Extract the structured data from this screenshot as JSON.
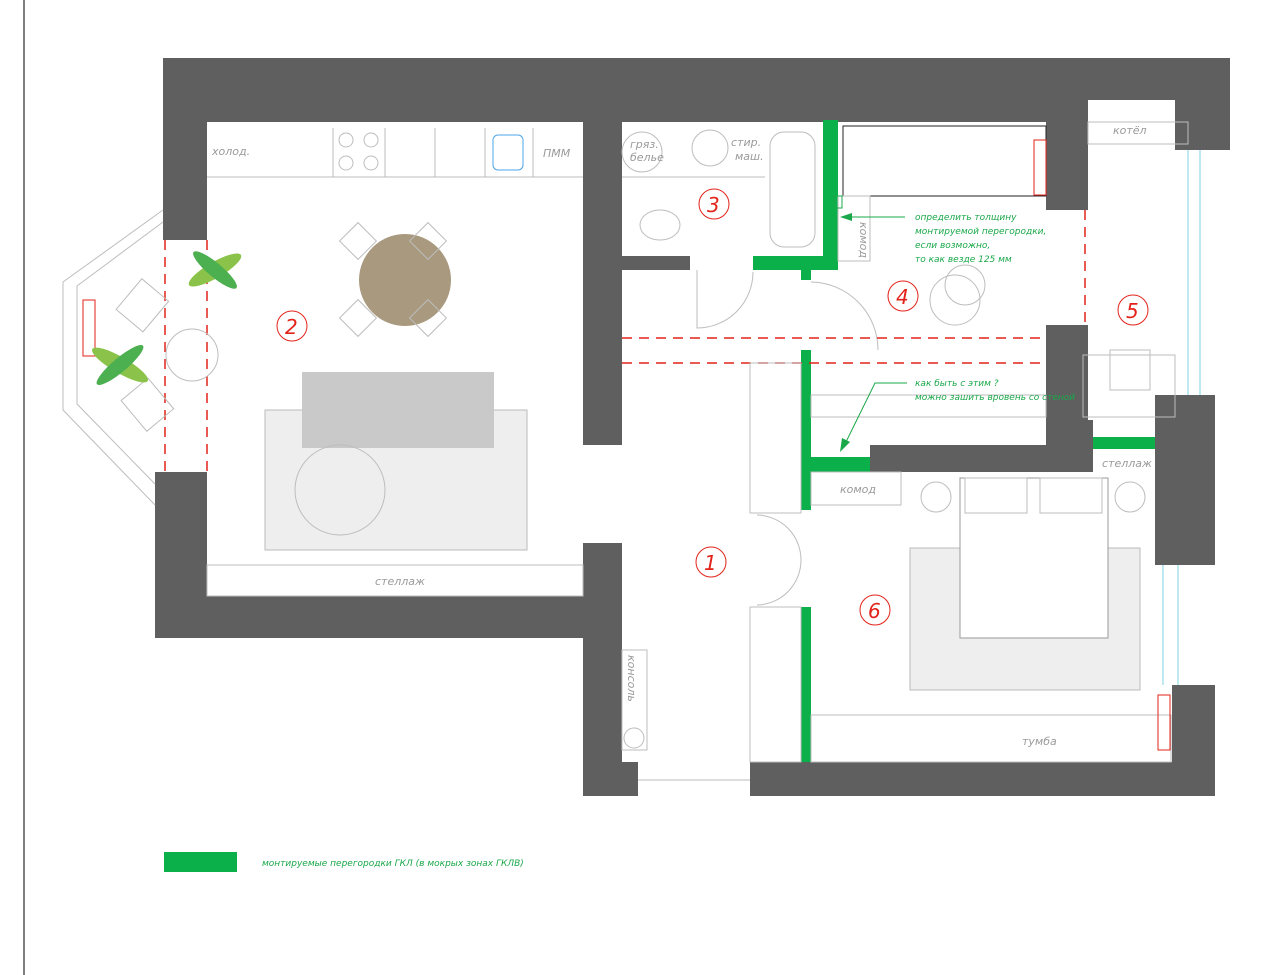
{
  "plan": {
    "rooms": [
      {
        "number": "1"
      },
      {
        "number": "2"
      },
      {
        "number": "3"
      },
      {
        "number": "4"
      },
      {
        "number": "5"
      },
      {
        "number": "6"
      }
    ],
    "furniture_labels": {
      "fridge": "холод.",
      "dishwasher": "ПММ",
      "laundry_line1": "гряз.",
      "laundry_line2": "белье",
      "washer_line1": "стир.",
      "washer_line2": "маш.",
      "dresser_room4": "комод",
      "boiler": "котёл",
      "shelving_living": "стеллаж",
      "shelving_balcony": "стеллаж",
      "dresser_bedroom": "комод",
      "console": "консоль",
      "nightstand": "тумба"
    },
    "notes": {
      "partition_thickness": [
        "определить толщину",
        "монтируемой перегородки,",
        "если возможно,",
        "то как везде  125 мм"
      ],
      "flush_wall": [
        "как быть с этим ?",
        "можно зашить вровень со стеной"
      ]
    }
  },
  "legend": {
    "label": "монтируемые перегородки ГКЛ  (в мокрых зонах ГКЛВ)",
    "color": "#0cb04a"
  },
  "colors": {
    "wall": "#5f5f5f",
    "partition": "#0cb04a",
    "marker": "#e2231a"
  }
}
